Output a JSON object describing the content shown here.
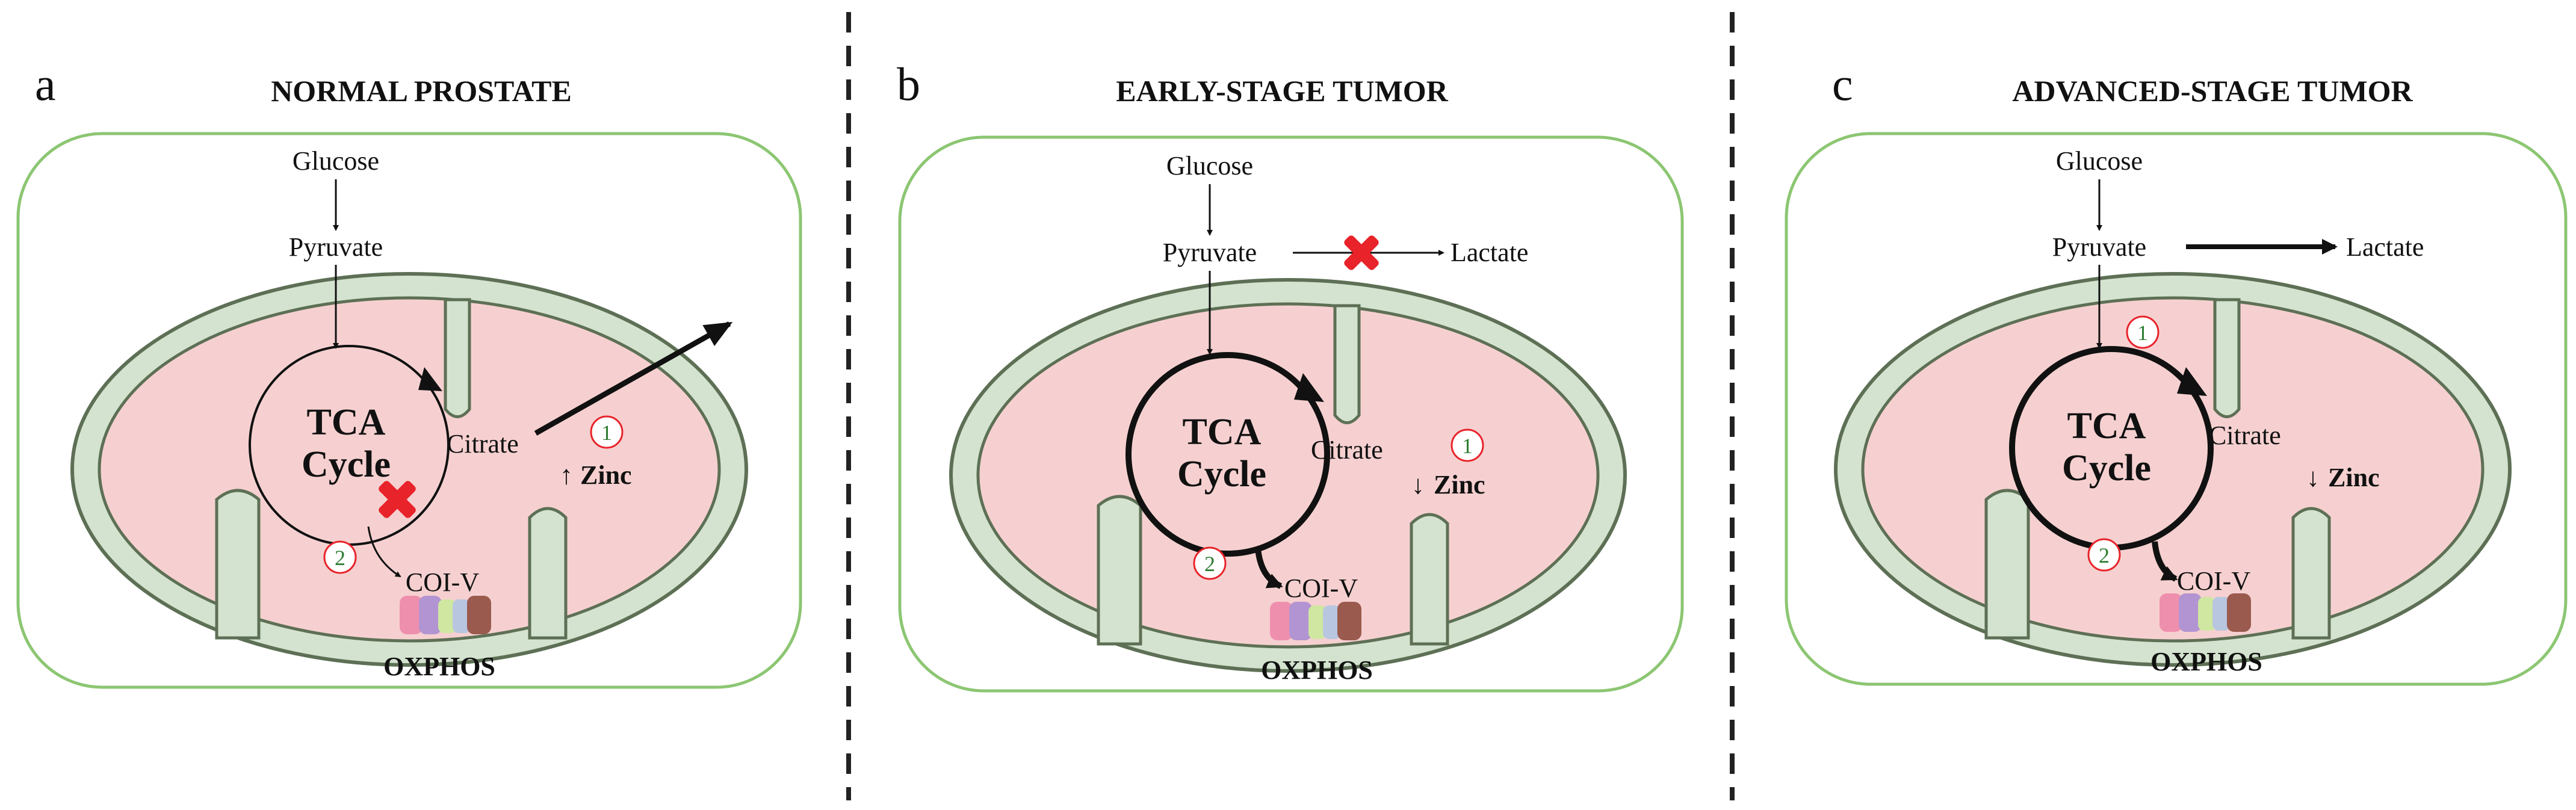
{
  "colors": {
    "cell_border": "#8cc672",
    "mito_outer": "#d4e3cf",
    "mito_stroke": "#5d7055",
    "matrix": "#f6d0d0",
    "marker_red": "#e8232a",
    "marker_green": "#2e7d32",
    "complex": [
      "#ef8fae",
      "#b294d2",
      "#cfe7a0",
      "#b9c6e0",
      "#9b5a4e"
    ]
  },
  "panels": [
    {
      "letter": "a",
      "title": "NORMAL PROSTATE",
      "glucose": "Glucose",
      "pyruvate": "Pyruvate",
      "lactate": "",
      "tca": [
        "TCA",
        "Cycle"
      ],
      "citrate": "Citrate",
      "zinc_arrow": "↑",
      "zinc": "Zinc",
      "marker1": "1",
      "marker2": "2",
      "coi": "COI-V",
      "oxphos": "OXPHOS"
    },
    {
      "letter": "b",
      "title": "EARLY-STAGE TUMOR",
      "glucose": "Glucose",
      "pyruvate": "Pyruvate",
      "lactate": "Lactate",
      "tca": [
        "TCA",
        "Cycle"
      ],
      "citrate": "Citrate",
      "zinc_arrow": "↓",
      "zinc": "Zinc",
      "marker1": "1",
      "marker2": "2",
      "coi": "COI-V",
      "oxphos": "OXPHOS"
    },
    {
      "letter": "c",
      "title": "ADVANCED-STAGE TUMOR",
      "glucose": "Glucose",
      "pyruvate": "Pyruvate",
      "lactate": "Lactate",
      "tca": [
        "TCA",
        "Cycle"
      ],
      "citrate": "Citrate",
      "zinc_arrow": "↓",
      "zinc": "Zinc",
      "marker1": "1",
      "marker2": "2",
      "coi": "COI-V",
      "oxphos": "OXPHOS"
    }
  ]
}
